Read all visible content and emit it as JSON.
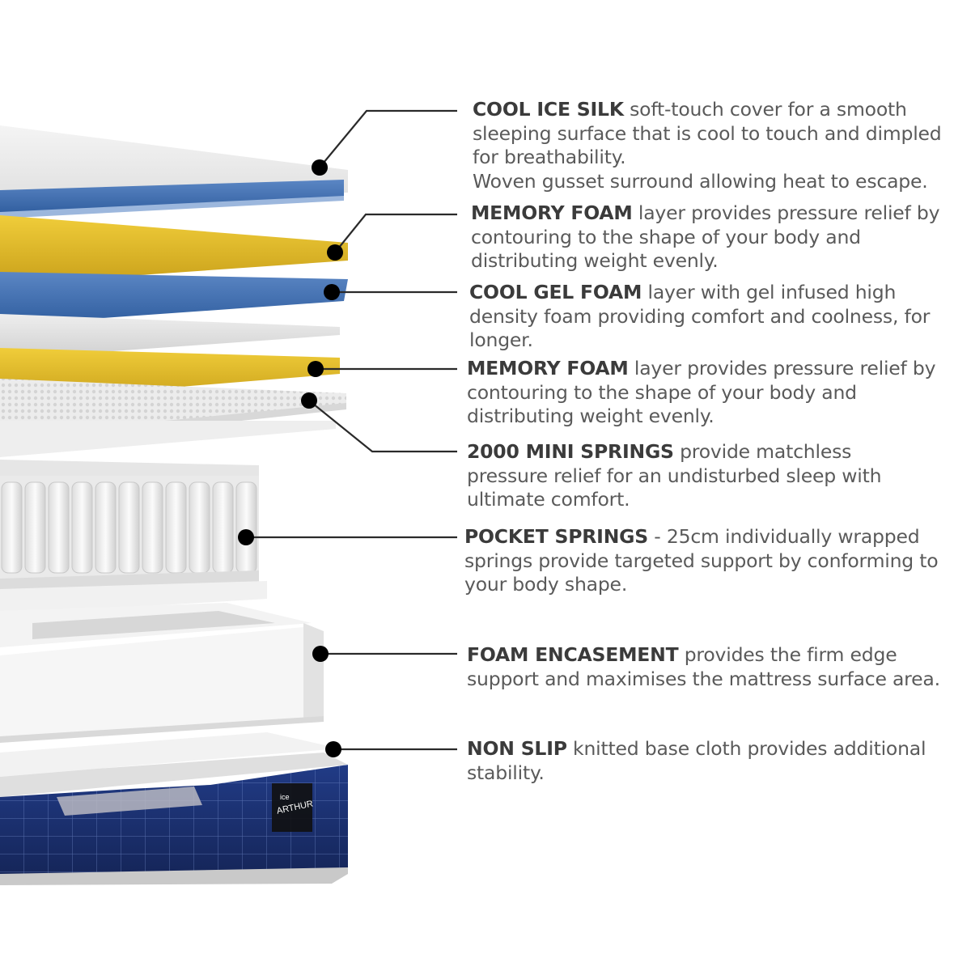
{
  "brand": {
    "logo_small": "ice",
    "logo_name": "ARTHUR"
  },
  "colors": {
    "text": "#5a5a5a",
    "label": "#3b3b3b",
    "blue_layer": "#3e6cae",
    "gold_layer": "#e8c12a",
    "navy_base": "#1b2c6b",
    "connector": "#2a2a2a"
  },
  "layers": [
    {
      "label": "COOL ICE SILK",
      "text": "soft-touch cover for a smooth sleeping surface that is cool to touch and dimpled for breathability.",
      "extra": "Woven gusset surround allowing heat to escape."
    },
    {
      "label": "MEMORY FOAM",
      "text": "layer provides pressure relief by contouring to the shape of your body and distributing weight evenly."
    },
    {
      "label": "COOL GEL FOAM",
      "text": "layer with gel infused high density foam providing comfort and coolness, for longer."
    },
    {
      "label": "MEMORY FOAM",
      "text": "layer provides pressure relief by contouring to the shape of your body and distributing weight evenly."
    },
    {
      "label": "2000 MINI SPRINGS",
      "text": "provide matchless pressure relief for an undisturbed sleep with ultimate comfort."
    },
    {
      "label": "POCKET SPRINGS",
      "text": "- 25cm individually wrapped springs provide targeted support by conforming to your body shape."
    },
    {
      "label": "FOAM ENCASEMENT",
      "text": "provides the firm edge support and maximises the mattress surface area."
    },
    {
      "label": "NON SLIP",
      "text": "knitted base cloth provides additional stability."
    }
  ]
}
